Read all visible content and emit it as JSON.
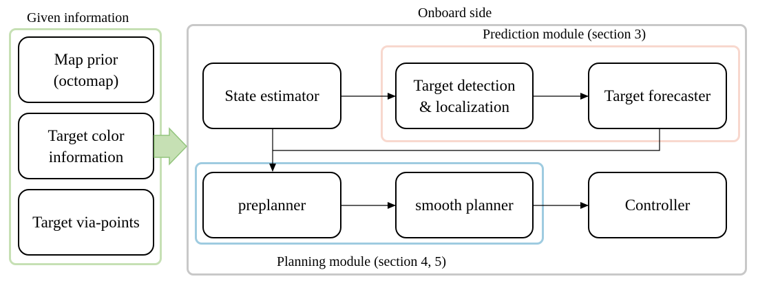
{
  "given": {
    "title": "Given information",
    "items": [
      {
        "label": "Map prior\n(octomap)"
      },
      {
        "label": "Target  color\ninformation"
      },
      {
        "label": "Target  via-points"
      }
    ]
  },
  "onboard": {
    "title": "Onboard side",
    "prediction": {
      "title": "Prediction module (section 3)",
      "nodes": [
        {
          "label": "Target detection\n& localization"
        },
        {
          "label": "Target forecaster"
        }
      ]
    },
    "state_estimator": {
      "label": "State estimator"
    },
    "planning": {
      "title": "Planning module (section 4, 5)",
      "nodes": [
        {
          "label": "preplanner"
        },
        {
          "label": "smooth planner"
        }
      ]
    },
    "controller": {
      "label": "Controller"
    }
  },
  "colors": {
    "given_border": "#c6e0b4",
    "arrow_fill": "#c6e0b4",
    "arrow_stroke": "#92c47c",
    "onboard_border": "#c8c8c8",
    "prediction_border": "#f8d8ce",
    "planning_border": "#9ecbe0",
    "line": "#000000"
  }
}
